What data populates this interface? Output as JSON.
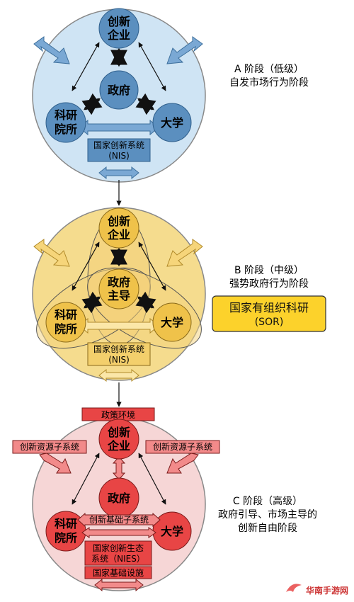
{
  "stage_a": {
    "nodes": {
      "enterprise": [
        "创新",
        "企业"
      ],
      "government": [
        "政府"
      ],
      "institute": [
        "科研",
        "院所"
      ],
      "university": [
        "大学"
      ]
    },
    "system_box": [
      "国家创新系统",
      "(NIS)"
    ],
    "caption": [
      "A 阶段（低级）",
      "自发市场行为阶段"
    ]
  },
  "stage_b": {
    "nodes": {
      "enterprise": [
        "创新",
        "企业"
      ],
      "government": [
        "政府",
        "主导"
      ],
      "institute": [
        "科研",
        "院所"
      ],
      "university": [
        "大学"
      ]
    },
    "system_box": [
      "国家创新系统",
      "(NIS)"
    ],
    "caption": [
      "B 阶段（中级）",
      "强势政府行为阶段"
    ],
    "highlight_box": [
      "国家有组织科研",
      "(SOR)"
    ]
  },
  "stage_c": {
    "nodes": {
      "enterprise": [
        "创新",
        "企业"
      ],
      "government": [
        "政府"
      ],
      "institute": [
        "科研",
        "院所"
      ],
      "university": [
        "大学"
      ]
    },
    "policy_box": "政策环境",
    "resource_left": "创新资源子系统",
    "resource_right": "创新资源子系统",
    "infra_subsystem": "创新基础子系统",
    "ecosystem_box": [
      "国家创新生态",
      "系统（NIES）"
    ],
    "infra_box": "国家基础设施",
    "caption": [
      "C 阶段（高级）",
      "政府引导、市场主导的",
      "创新自由阶段"
    ]
  },
  "watermark": "华南手游网",
  "colors": {
    "a_bg": "#cfe4f4",
    "a_node": "#5b8fbf",
    "b_bg": "#f5dc8e",
    "b_node": "#efc24a",
    "c_bg": "#f6d6d6",
    "c_node": "#e84545",
    "sor_box": "#fcd22b"
  }
}
